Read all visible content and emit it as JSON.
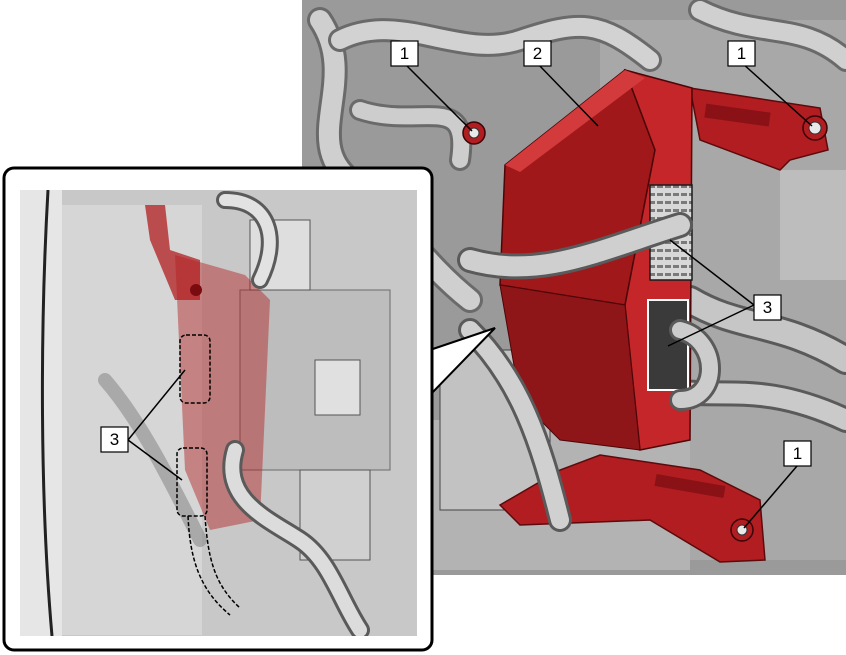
{
  "figure": {
    "callouts": {
      "c1a": "1",
      "c1b": "1",
      "c1c": "1",
      "c2": "2",
      "c3main": "3",
      "c3inset": "3"
    },
    "colors": {
      "part_red": "#b11d20",
      "part_red_light": "#d23a3c",
      "background_gray": "#9c9c9c",
      "harness_gray": "#c9c9c9",
      "harness_dark": "#5a5a5a",
      "inset_background": "#c8c8c8",
      "outline": "#000000"
    }
  }
}
